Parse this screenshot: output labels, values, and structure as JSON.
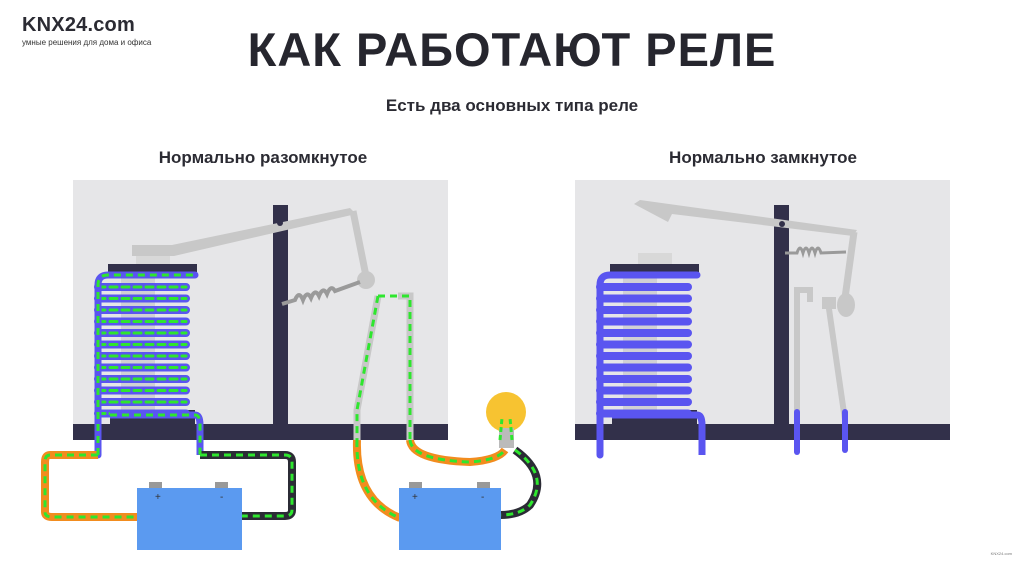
{
  "logo": {
    "name": "KNX24.com",
    "tagline": "умные решения для дома и офиса"
  },
  "title": "КАК РАБОТАЮТ РЕЛЕ",
  "subtitle": "Есть два основных типа реле",
  "relays": [
    {
      "label": "Нормально разомкнутое",
      "state": "energized"
    },
    {
      "label": "Нормально замкнутое",
      "state": "idle"
    }
  ],
  "battery_terminals": {
    "plus": "+",
    "minus": "-"
  },
  "watermark": "KNX24.com",
  "colors": {
    "panel": "#e6e6e8",
    "frame": "#32304a",
    "coil": "#5a55f0",
    "current": "#2ee62e",
    "wire_orange": "#f28c1e",
    "wire_dark": "#2b2b35",
    "battery": "#5b9af0",
    "lever": "#c8c8c8",
    "bulb": "#f7c331"
  }
}
